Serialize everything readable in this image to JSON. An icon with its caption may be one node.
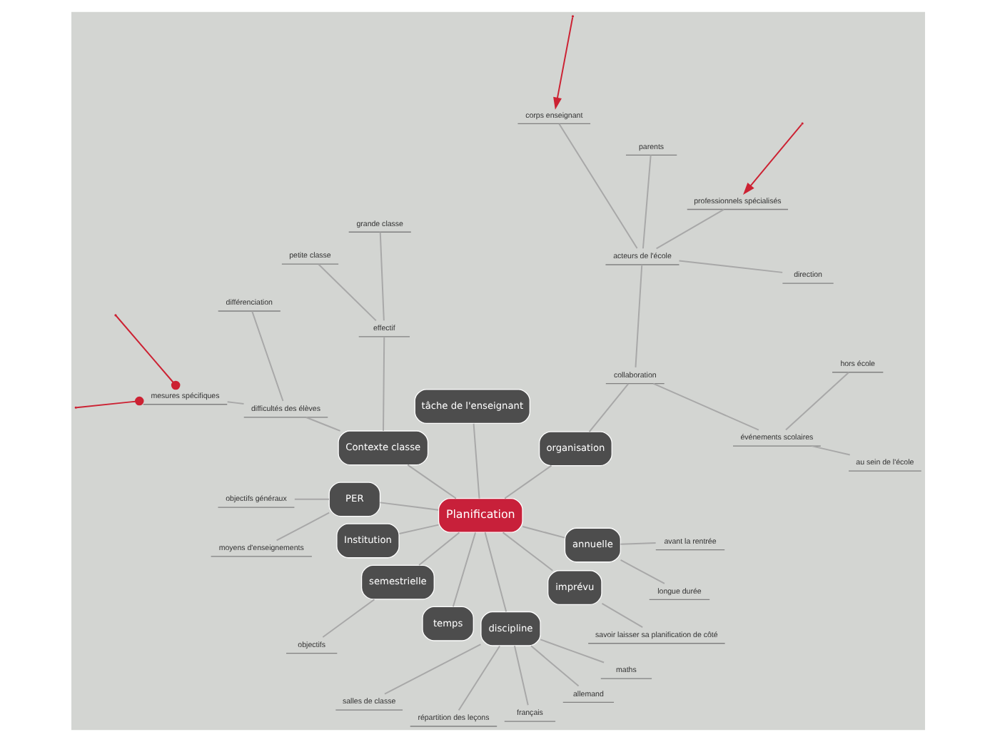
{
  "diagram": {
    "nodes": [
      {
        "text": [
          "Planification"
        ]
      },
      {
        "text": [
          "organisation"
        ]
      },
      {
        "text": [
          "collaboration"
        ]
      },
      {
        "text": [
          "événements scolaires"
        ]
      },
      {
        "text": [
          "au sein de l'école"
        ]
      },
      {
        "text": [
          "hors école"
        ]
      },
      {
        "text": [
          "acteurs de l'école"
        ]
      },
      {
        "text": [
          "direction"
        ]
      },
      {
        "text": [
          "professionnels spécialisés"
        ]
      },
      {
        "text": [
          "parents"
        ]
      },
      {
        "text": [
          "corps enseignant"
        ]
      },
      {
        "text": [
          "tâche de l'enseignant"
        ]
      },
      {
        "text": [
          "Contexte classe"
        ]
      },
      {
        "text": [
          "effectif"
        ]
      },
      {
        "text": [
          "grande classe"
        ]
      },
      {
        "text": [
          "petite classe"
        ]
      },
      {
        "text": [
          "difficultés des élèves"
        ]
      },
      {
        "text": [
          "différenciation"
        ]
      },
      {
        "text": [
          "mesures spécifiques"
        ]
      },
      {
        "text": [
          "PER"
        ]
      },
      {
        "text": [
          "objectifs généraux"
        ]
      },
      {
        "text": [
          "moyens d'enseignements"
        ]
      },
      {
        "text": [
          "Institution"
        ]
      },
      {
        "text": [
          "semestrielle"
        ]
      },
      {
        "text": [
          "objectifs"
        ]
      },
      {
        "text": [
          "temps"
        ]
      },
      {
        "text": [
          "discipline"
        ]
      },
      {
        "text": [
          "salles de classe"
        ]
      },
      {
        "text": [
          "répartition des leçons"
        ]
      },
      {
        "text": [
          "français"
        ]
      },
      {
        "text": [
          "allemand"
        ]
      },
      {
        "text": [
          "maths"
        ]
      },
      {
        "text": [
          "imprévu"
        ]
      },
      {
        "text": [
          "savoir laisser sa planification de côté"
        ]
      },
      {
        "text": [
          "annuelle"
        ]
      },
      {
        "text": [
          "longue durée"
        ]
      },
      {
        "text": [
          "avant la rentrée"
        ]
      }
    ],
    "edges": [
      {
        "from": 0,
        "to": 1,
        "arrow": "none"
      },
      {
        "from": 1,
        "to": 2,
        "arrow": "none"
      },
      {
        "from": 2,
        "to": 3,
        "arrow": "none"
      },
      {
        "from": 3,
        "to": 4,
        "arrow": "none"
      },
      {
        "from": 3,
        "to": 5,
        "arrow": "none"
      },
      {
        "from": 2,
        "to": 6,
        "arrow": "none"
      },
      {
        "from": 6,
        "to": 7,
        "arrow": "none"
      },
      {
        "from": 6,
        "to": 8,
        "arrow": "none"
      },
      {
        "from": 6,
        "to": 9,
        "arrow": "none"
      },
      {
        "from": 6,
        "to": 10,
        "arrow": "none"
      },
      {
        "from": 0,
        "to": 11,
        "arrow": "none"
      },
      {
        "from": 0,
        "to": 12,
        "arrow": "none"
      },
      {
        "from": 12,
        "to": 13,
        "arrow": "none"
      },
      {
        "from": 13,
        "to": 14,
        "arrow": "none"
      },
      {
        "from": 13,
        "to": 15,
        "arrow": "none"
      },
      {
        "from": 12,
        "to": 16,
        "arrow": "none"
      },
      {
        "from": 16,
        "to": 17,
        "arrow": "none"
      },
      {
        "from": 16,
        "to": 18,
        "arrow": "none"
      },
      {
        "from": 0,
        "to": 19,
        "arrow": "none"
      },
      {
        "from": 19,
        "to": 20,
        "arrow": "none"
      },
      {
        "from": 19,
        "to": 21,
        "arrow": "none"
      },
      {
        "from": 0,
        "to": 22,
        "arrow": "none"
      },
      {
        "from": 0,
        "to": 23,
        "arrow": "none"
      },
      {
        "from": 23,
        "to": 24,
        "arrow": "none"
      },
      {
        "from": 0,
        "to": 25,
        "arrow": "none"
      },
      {
        "from": 0,
        "to": 26,
        "arrow": "none"
      },
      {
        "from": 26,
        "to": 27,
        "arrow": "none"
      },
      {
        "from": 26,
        "to": 28,
        "arrow": "none"
      },
      {
        "from": 26,
        "to": 29,
        "arrow": "none"
      },
      {
        "from": 26,
        "to": 30,
        "arrow": "none"
      },
      {
        "from": 26,
        "to": 31,
        "arrow": "none"
      },
      {
        "from": 0,
        "to": 32,
        "arrow": "none"
      },
      {
        "from": 32,
        "to": 33,
        "arrow": "none"
      },
      {
        "from": 0,
        "to": 34,
        "arrow": "none"
      },
      {
        "from": 34,
        "to": 35,
        "arrow": "none"
      },
      {
        "from": 34,
        "to": 36,
        "arrow": "none"
      },
      {
        "from": null,
        "to": 8,
        "arrow": "to",
        "color": "#cc2233"
      },
      {
        "from": null,
        "to": 10,
        "arrow": "to",
        "color": "#cc2233"
      },
      {
        "from": null,
        "to": 18,
        "arrow": "other",
        "color": "#cc2233"
      },
      {
        "from": null,
        "to": 18,
        "arrow": "other",
        "color": "#cc2233"
      }
    ]
  }
}
